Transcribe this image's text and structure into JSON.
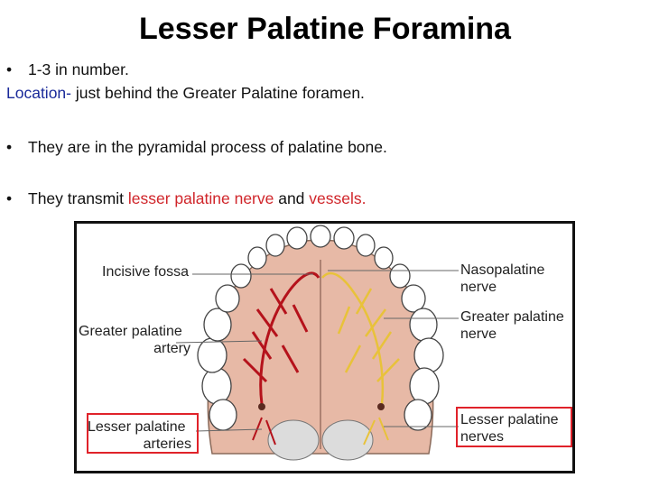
{
  "title": "Lesser Palatine Foramina",
  "bullets": {
    "b1": {
      "marker": "•",
      "text": "1-3 in number."
    },
    "location": {
      "label": "Location-",
      "text": " just behind the Greater Palatine foramen."
    },
    "b2": {
      "marker": "•",
      "text": "They are in the pyramidal process of palatine bone."
    },
    "b3": {
      "marker": "•",
      "prefix": "They transmit ",
      "highlight1": "lesser palatine nerve",
      "middle": " and ",
      "highlight2": "vessels."
    }
  },
  "figure": {
    "labels": {
      "incisive_fossa": "Incisive fossa",
      "greater_palatine_artery_1": "Greater palatine",
      "greater_palatine_artery_2": "artery",
      "lesser_palatine_arteries_1": "Lesser palatine",
      "lesser_palatine_arteries_2": "arteries",
      "nasopalatine_nerve_1": "Nasopalatine",
      "nasopalatine_nerve_2": "nerve",
      "greater_palatine_nerve_1": "Greater palatine",
      "greater_palatine_nerve_2": "nerve",
      "lesser_palatine_nerves_1": "Lesser palatine",
      "lesser_palatine_nerves_2": "nerves"
    }
  },
  "colors": {
    "highlight_red": "#d0252a",
    "location_blue": "#1a2a9a",
    "artery": "#b5121b",
    "nerve": "#e8c23a",
    "box": "#e0222a"
  }
}
